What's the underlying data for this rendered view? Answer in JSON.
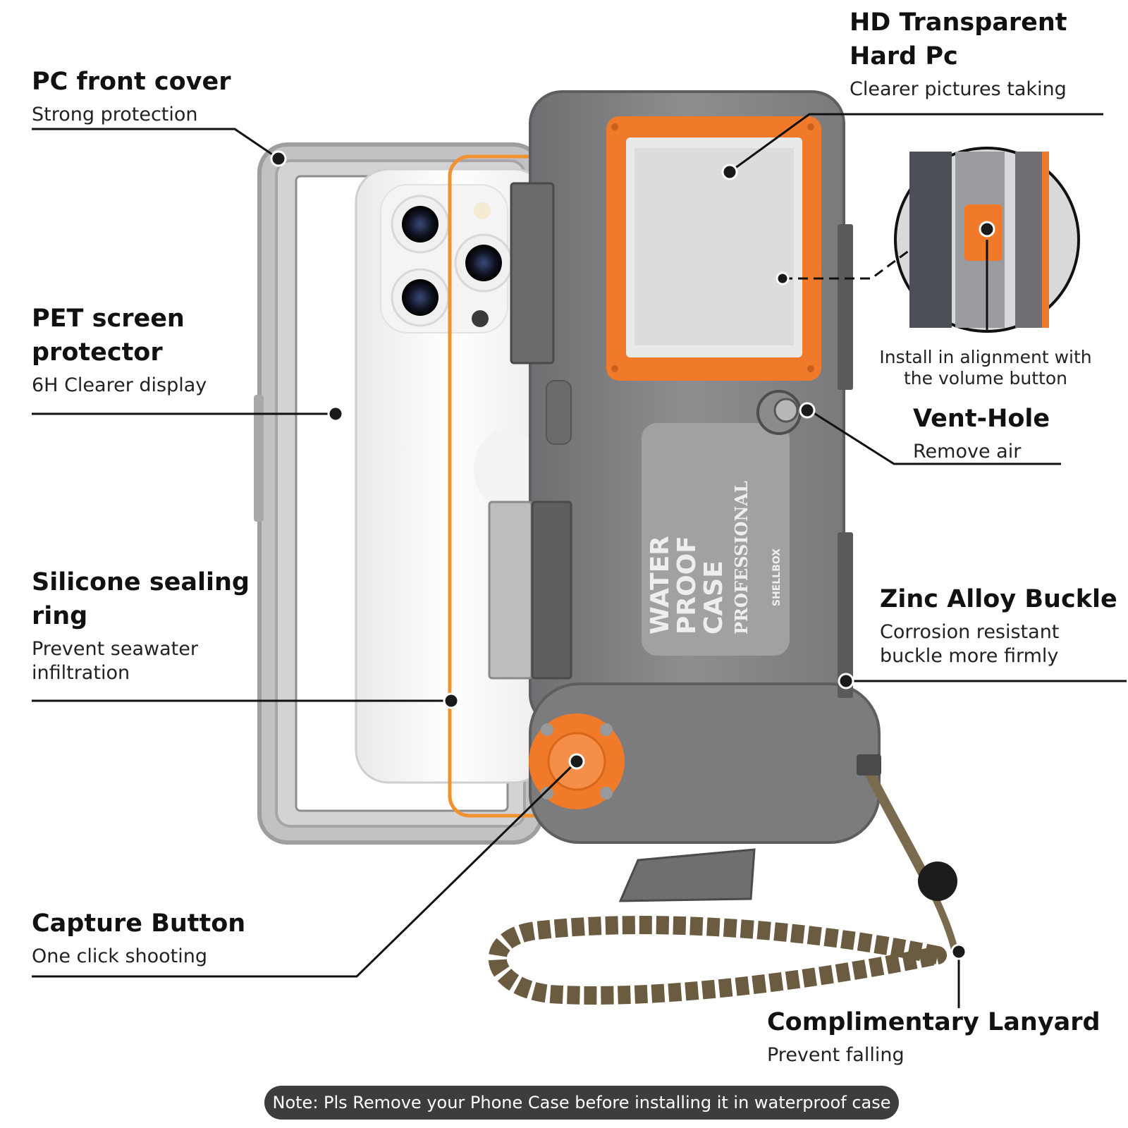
{
  "labels": {
    "pc_front_cover": {
      "title": "PC front cover",
      "subtitle": "Strong protection"
    },
    "pet_screen_protector": {
      "title": "PET screen\nprotector",
      "subtitle": "6H Clearer display"
    },
    "silicone_sealing_ring": {
      "title": "Silicone sealing\nring",
      "subtitle": "Prevent seawater\ninfiltration"
    },
    "capture_button": {
      "title": "Capture Button",
      "subtitle": "One click shooting"
    },
    "hd_transparent": {
      "title": "HD Transparent\nHard Pc",
      "subtitle": "Clearer pictures taking"
    },
    "volume_alignment": {
      "text": "Install in alignment with\nthe volume button"
    },
    "vent_hole": {
      "title": "Vent-Hole",
      "subtitle": "Remove air"
    },
    "zinc_alloy_buckle": {
      "title": "Zinc Alloy Buckle",
      "subtitle": "Corrosion resistant\nbuckle more firmly"
    },
    "lanyard": {
      "title": "Complimentary Lanyard",
      "subtitle": "Prevent falling"
    }
  },
  "case_print": {
    "line1": "WATER",
    "line2": "PROOF",
    "line3": "CASE",
    "line4": "PROFESSIONAL",
    "brand": "SHELLBOX"
  },
  "note": "Note: Pls Remove your Phone Case before installing it in waterproof case",
  "colors": {
    "accent_orange": "#f07a2a",
    "case_grey": "#8a8a8c",
    "frame_grey": "#b9b9bb",
    "dark_grey": "#5c5c5e",
    "note_bg": "#3d3d3d"
  }
}
